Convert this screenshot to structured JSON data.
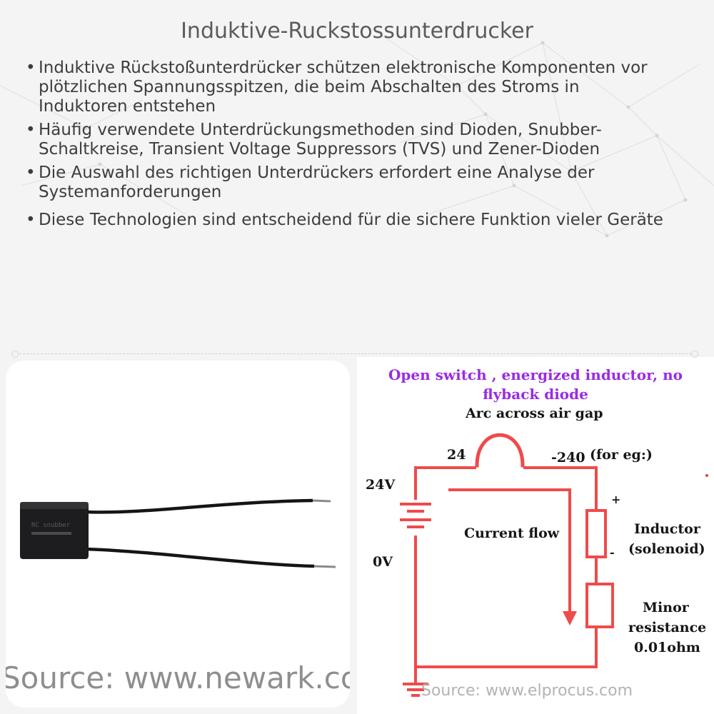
{
  "title": "Induktive-Ruckstossunterdrucker",
  "bullets": [
    "Induktive Rückstoßunterdrücker schützen elektronische Komponenten vor plötzlichen Spannungsspitzen, die beim Abschalten des Stroms in Induktoren entstehen",
    "Häufig verwendete Unterdrückungsmethoden sind Dioden, Snubber-Schaltkreise, Transient Voltage Suppressors (TVS) und Zener-Dioden",
    "Die Auswahl des richtigen Unterdrückers erfordert eine Analyse der Systemanforderungen",
    "Diese Technologien sind entscheidend für die sichere Funktion vieler Geräte"
  ],
  "photo": {
    "source": "Source: www.newark.com",
    "component_marking": "RC snubber"
  },
  "diagram": {
    "title": "Open switch , energized inductor, no flyback diode",
    "arc_label": "Arc across air gap",
    "left_contact_voltage": "24",
    "right_contact_voltage": "-240",
    "example_note": "(for eg:)",
    "supply_high": "24V",
    "supply_low": "0V",
    "current_label": "Current flow",
    "plus_sign": "+",
    "minus_sign": "-",
    "inductor_label_1": "Inductor",
    "inductor_label_2": "(solenoid)",
    "resistor_label_1": "Minor",
    "resistor_label_2": "resistance",
    "resistor_label_3": "0.01ohm",
    "source": "Source: www.elprocus.com",
    "colors": {
      "wire": "#f04a4a",
      "title": "#9b2be3"
    }
  }
}
